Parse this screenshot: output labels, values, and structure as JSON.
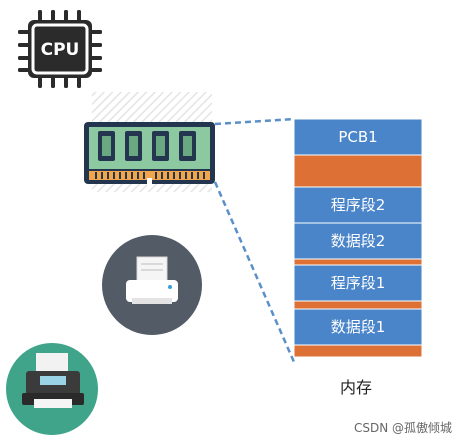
{
  "cpu": {
    "label": "CPU"
  },
  "memory": {
    "caption": "内存",
    "blocks": [
      {
        "label": "PCB1",
        "color": "#4a84c9"
      },
      {
        "label": "",
        "color": "#dd7135"
      },
      {
        "label": "程序段2",
        "color": "#4a84c9"
      },
      {
        "label": "数据段2",
        "color": "#4a84c9"
      },
      {
        "label": "",
        "color": "#dd7135"
      },
      {
        "label": "程序段1",
        "color": "#4a84c9"
      },
      {
        "label": "",
        "color": "#dd7135"
      },
      {
        "label": "数据段1",
        "color": "#4a84c9"
      },
      {
        "label": "",
        "color": "#dd7135"
      }
    ]
  },
  "watermark": "CSDN @孤傲倾城",
  "colors": {
    "blue_block": "#4a84c9",
    "orange_block": "#dd7135",
    "printer_circle": "#525b66",
    "scanner_circle": "#3fa48a",
    "dashed_line": "#5a8fc8"
  }
}
